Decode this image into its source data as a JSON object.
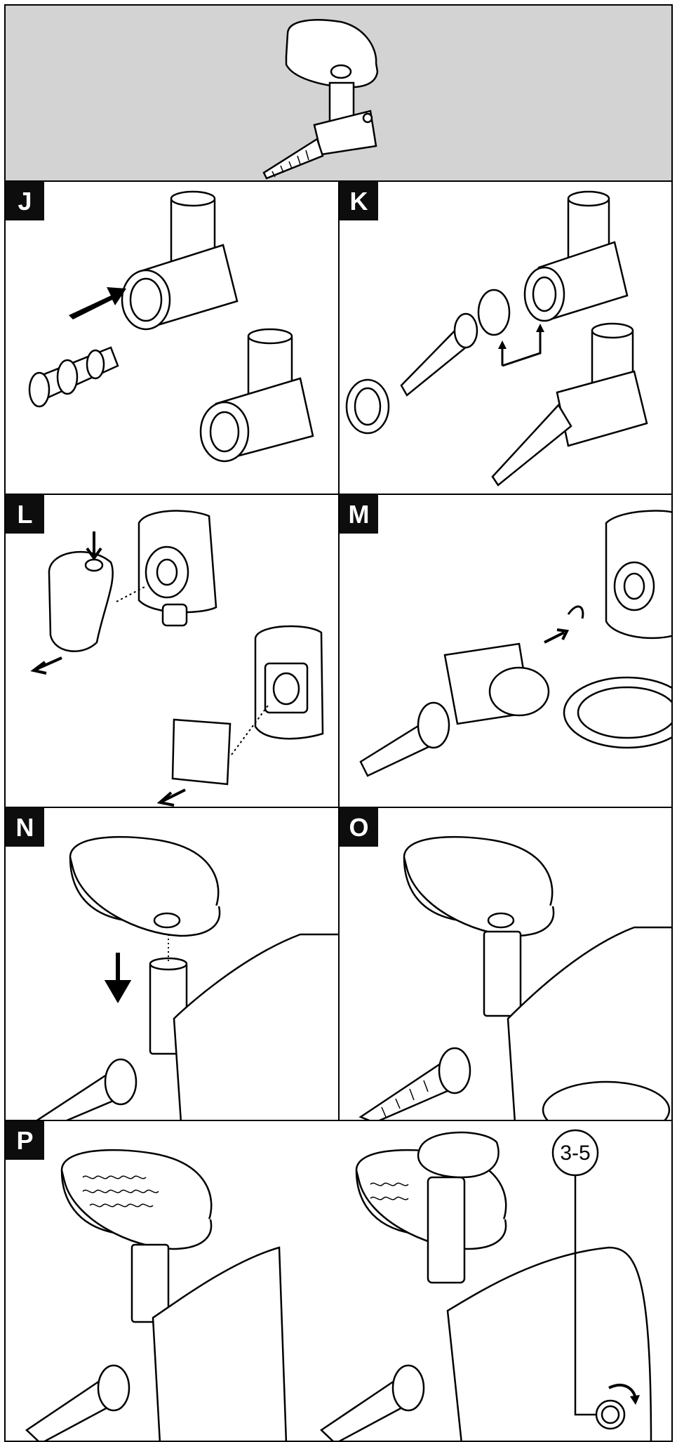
{
  "steps": [
    {
      "letter": "J"
    },
    {
      "letter": "K"
    },
    {
      "letter": "L"
    },
    {
      "letter": "M"
    },
    {
      "letter": "N"
    },
    {
      "letter": "O"
    },
    {
      "letter": "P"
    }
  ],
  "panel_p": {
    "speed": "3-5"
  },
  "colors": {
    "header_bg": "#d3d3d3",
    "label_bg": "#0d0d0d",
    "line": "#000000"
  }
}
